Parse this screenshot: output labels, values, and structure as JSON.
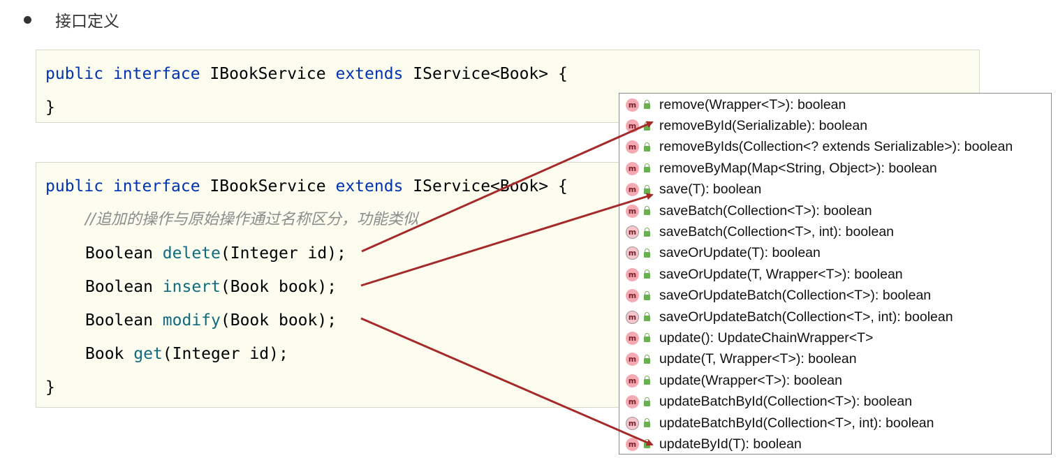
{
  "heading": {
    "text": "接口定义"
  },
  "box1": {
    "lines": [
      [
        "public",
        "interface",
        "IBookService",
        "extends",
        "IService<Book> {"
      ],
      [
        "}"
      ]
    ]
  },
  "box2": {
    "line1": {
      "kw1": "public",
      "kw2": "interface",
      "name": "IBookService",
      "kw3": "extends",
      "rest": "IService<Book> {"
    },
    "comment": "//追加的操作与原始操作通过名称区分，功能类似",
    "methods": [
      {
        "type": "Boolean",
        "name": "delete",
        "params": "(Integer id);"
      },
      {
        "type": "Boolean",
        "name": "insert",
        "params": "(Book book);"
      },
      {
        "type": "Boolean",
        "name": "modify",
        "params": "(Book book);"
      },
      {
        "type": "Book",
        "name": "get",
        "params": "(Integer id);"
      }
    ],
    "close": "}"
  },
  "popup": {
    "icon_letter": "m",
    "items": [
      "remove(Wrapper<T>): boolean",
      "removeById(Serializable): boolean",
      "removeByIds(Collection<? extends Serializable>): boolean",
      "removeByMap(Map<String, Object>): boolean",
      "save(T): boolean",
      "saveBatch(Collection<T>): boolean",
      "saveBatch(Collection<T>, int): boolean",
      "saveOrUpdate(T): boolean",
      "saveOrUpdate(T, Wrapper<T>): boolean",
      "saveOrUpdateBatch(Collection<T>): boolean",
      "saveOrUpdateBatch(Collection<T>, int): boolean",
      "update(): UpdateChainWrapper<T>",
      "update(T, Wrapper<T>): boolean",
      "update(Wrapper<T>): boolean",
      "updateBatchById(Collection<T>): boolean",
      "updateBatchById(Collection<T>, int): boolean",
      "updateById(T): boolean"
    ]
  },
  "colors": {
    "keyword": "#0033b3",
    "method": "#0f6b7d",
    "comment": "#8c8c8c",
    "arrow": "#a52a2a",
    "code_bg": "#fcfcef"
  }
}
